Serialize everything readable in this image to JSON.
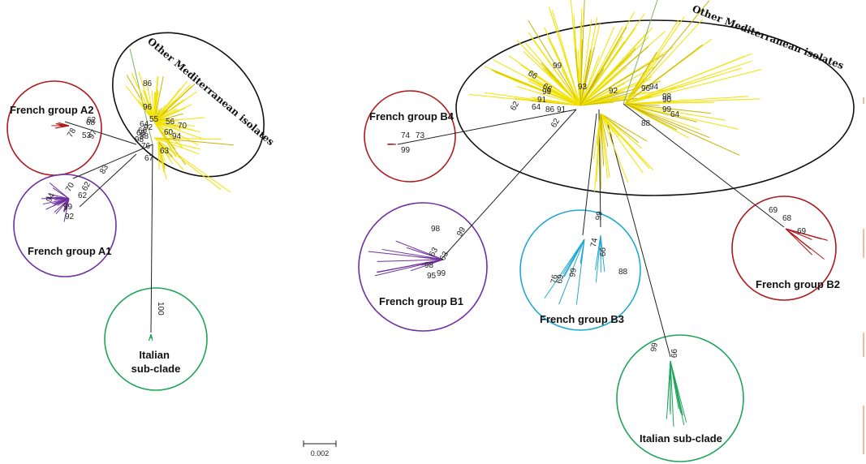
{
  "palette": {
    "other": "#f2e200",
    "other_dark": "#c9b400",
    "group_a2": "#b0181c",
    "group_a1": "#7030a0",
    "italian": "#1fa55a",
    "group_b3": "#1fa8d2",
    "group_b1": "#7030a0",
    "group_b2": "#b0181c",
    "group_b4": "#b0181c",
    "stem": "#222222"
  },
  "groups": {
    "french_a2": "French group A2",
    "french_a1": "French group A1",
    "italian_left": "Italian\nsub-clade",
    "other_left": "Other Mediterranean isolates",
    "french_b4": "French group B4",
    "french_b1": "French group B1",
    "french_b3": "French group B3",
    "french_b2": "French group B2",
    "italian_right": "Italian sub-clade",
    "other_right": "Other Mediterranean isolates"
  },
  "scale_bar": {
    "label": "0.002"
  },
  "bootstrap": {
    "left": [
      "86",
      "96",
      "56",
      "70",
      "60",
      "94",
      "63",
      "67",
      "76",
      "83",
      "62",
      "62",
      "78",
      "53",
      "97",
      "94",
      "70",
      "62",
      "99",
      "92",
      "68",
      "64",
      "55",
      "66",
      "68",
      "92",
      "98",
      "88",
      "100"
    ],
    "right": [
      "99",
      "66",
      "66",
      "99",
      "91",
      "62",
      "64",
      "86",
      "91",
      "93",
      "62",
      "92",
      "96",
      "94",
      "98",
      "90",
      "99",
      "64",
      "88",
      "74",
      "73",
      "99",
      "98",
      "99",
      "63",
      "63",
      "98",
      "95",
      "99",
      "99",
      "99",
      "76",
      "69",
      "99",
      "88",
      "74",
      "99",
      "99",
      "69",
      "68",
      "69"
    ]
  }
}
